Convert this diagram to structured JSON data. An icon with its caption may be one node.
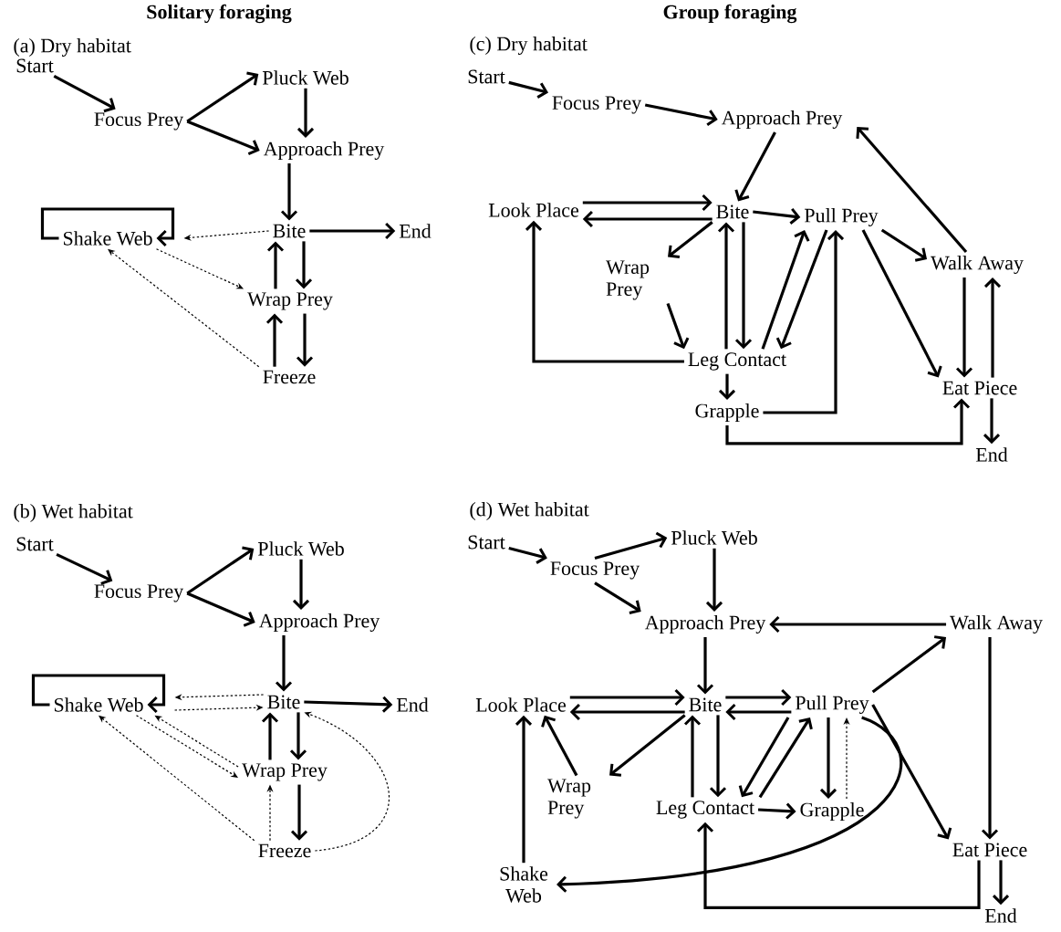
{
  "diagram": {
    "nodes": [
      {
        "text": [
          "Start"
        ]
      },
      {
        "text": [
          "Focus Prey"
        ]
      },
      {
        "text": [
          "Pluck Web"
        ]
      },
      {
        "text": [
          "Approach Prey"
        ]
      },
      {
        "text": [
          "Bite"
        ]
      },
      {
        "text": [
          "Shake Web"
        ]
      },
      {
        "text": [
          "End"
        ]
      },
      {
        "text": [
          "Wrap Prey"
        ]
      },
      {
        "text": [
          "Freeze"
        ]
      },
      {
        "text": [
          "Start"
        ]
      },
      {
        "text": [
          "Focus Prey"
        ]
      },
      {
        "text": [
          "Pluck Web"
        ]
      },
      {
        "text": [
          "Approach Prey"
        ]
      },
      {
        "text": [
          "Bite"
        ]
      },
      {
        "text": [
          "Shake Web"
        ]
      },
      {
        "text": [
          "End"
        ]
      },
      {
        "text": [
          "Wrap Prey"
        ]
      },
      {
        "text": [
          "Freeze"
        ]
      },
      {
        "text": [
          "Start"
        ]
      },
      {
        "text": [
          "Focus Prey"
        ]
      },
      {
        "text": [
          "Approach Prey"
        ]
      },
      {
        "text": [
          "Look Place"
        ]
      },
      {
        "text": [
          "Bite"
        ]
      },
      {
        "text": [
          "Pull Prey"
        ]
      },
      {
        "text": [
          "Wrap Prey"
        ]
      },
      {
        "text": [
          "Walk Away"
        ]
      },
      {
        "text": [
          "Leg Contact"
        ]
      },
      {
        "text": [
          "Grapple"
        ]
      },
      {
        "text": [
          "Eat Piece"
        ]
      },
      {
        "text": [
          "End"
        ]
      },
      {
        "text": [
          "Start"
        ]
      },
      {
        "text": [
          "Focus Prey"
        ]
      },
      {
        "text": [
          "Pluck Web"
        ]
      },
      {
        "text": [
          "Approach Prey"
        ]
      },
      {
        "text": [
          "Walk Away"
        ]
      },
      {
        "text": [
          "Look Place"
        ]
      },
      {
        "text": [
          "Bite"
        ]
      },
      {
        "text": [
          "Pull Prey"
        ]
      },
      {
        "text": [
          "Wrap Prey"
        ]
      },
      {
        "text": [
          "Leg Contact"
        ]
      },
      {
        "text": [
          "Grapple"
        ]
      },
      {
        "text": [
          "Eat Piece"
        ]
      },
      {
        "text": [
          "Shake Web"
        ]
      },
      {
        "text": [
          "End"
        ]
      }
    ],
    "edges": [
      {
        "from": 0,
        "to": 1,
        "arrow": "to"
      },
      {
        "from": 1,
        "to": 2,
        "arrow": "to"
      },
      {
        "from": 1,
        "to": 3,
        "arrow": "to"
      },
      {
        "from": 2,
        "to": 3,
        "arrow": "to"
      },
      {
        "from": 3,
        "to": 4,
        "arrow": "to"
      },
      {
        "from": 4,
        "to": 6,
        "arrow": "to"
      },
      {
        "from": 4,
        "to": 5,
        "arrow": "to",
        "style": "dashed"
      },
      {
        "from": 5,
        "to": 5,
        "arrow": "to"
      },
      {
        "from": 5,
        "to": 7,
        "arrow": "to",
        "style": "dashed"
      },
      {
        "from": 4,
        "to": 7,
        "arrow": "to"
      },
      {
        "from": 7,
        "to": 4,
        "arrow": "to"
      },
      {
        "from": 7,
        "to": 8,
        "arrow": "to"
      },
      {
        "from": 8,
        "to": 7,
        "arrow": "to"
      },
      {
        "from": 8,
        "to": 5,
        "arrow": "to",
        "style": "dashed"
      },
      {
        "from": 9,
        "to": 10,
        "arrow": "to"
      },
      {
        "from": 10,
        "to": 11,
        "arrow": "to"
      },
      {
        "from": 10,
        "to": 12,
        "arrow": "to"
      },
      {
        "from": 11,
        "to": 12,
        "arrow": "to"
      },
      {
        "from": 12,
        "to": 13,
        "arrow": "to"
      },
      {
        "from": 13,
        "to": 15,
        "arrow": "to"
      },
      {
        "from": 13,
        "to": 14,
        "arrow": "to",
        "style": "dashed"
      },
      {
        "from": 14,
        "to": 13,
        "arrow": "to",
        "style": "dashed"
      },
      {
        "from": 14,
        "to": 14,
        "arrow": "to"
      },
      {
        "from": 14,
        "to": 16,
        "arrow": "to",
        "style": "dashed"
      },
      {
        "from": 16,
        "to": 14,
        "arrow": "to",
        "style": "dashed"
      },
      {
        "from": 17,
        "to": 14,
        "arrow": "to",
        "style": "dashed"
      },
      {
        "from": 13,
        "to": 16,
        "arrow": "to"
      },
      {
        "from": 16,
        "to": 13,
        "arrow": "to"
      },
      {
        "from": 16,
        "to": 17,
        "arrow": "to"
      },
      {
        "from": 17,
        "to": 16,
        "arrow": "to",
        "style": "dashed"
      },
      {
        "from": 17,
        "to": 13,
        "arrow": "to",
        "style": "dashed"
      },
      {
        "from": 18,
        "to": 19,
        "arrow": "to"
      },
      {
        "from": 19,
        "to": 20,
        "arrow": "to"
      },
      {
        "from": 20,
        "to": 22,
        "arrow": "to"
      },
      {
        "from": 21,
        "to": 22,
        "arrow": "to"
      },
      {
        "from": 22,
        "to": 21,
        "arrow": "to"
      },
      {
        "from": 22,
        "to": 23,
        "arrow": "to"
      },
      {
        "from": 22,
        "to": 24,
        "arrow": "to"
      },
      {
        "from": 24,
        "to": 26,
        "arrow": "to"
      },
      {
        "from": 22,
        "to": 26,
        "arrow": "to"
      },
      {
        "from": 26,
        "to": 22,
        "arrow": "to"
      },
      {
        "from": 26,
        "to": 23,
        "arrow": "to"
      },
      {
        "from": 23,
        "to": 26,
        "arrow": "to"
      },
      {
        "from": 26,
        "to": 21,
        "arrow": "to"
      },
      {
        "from": 26,
        "to": 27,
        "arrow": "to"
      },
      {
        "from": 27,
        "to": 23,
        "arrow": "to"
      },
      {
        "from": 27,
        "to": 28,
        "arrow": "to"
      },
      {
        "from": 23,
        "to": 25,
        "arrow": "to"
      },
      {
        "from": 23,
        "to": 28,
        "arrow": "to"
      },
      {
        "from": 25,
        "to": 20,
        "arrow": "to"
      },
      {
        "from": 25,
        "to": 28,
        "arrow": "to"
      },
      {
        "from": 28,
        "to": 25,
        "arrow": "to"
      },
      {
        "from": 28,
        "to": 29,
        "arrow": "to"
      },
      {
        "from": 30,
        "to": 31,
        "arrow": "to"
      },
      {
        "from": 31,
        "to": 32,
        "arrow": "to"
      },
      {
        "from": 31,
        "to": 33,
        "arrow": "to"
      },
      {
        "from": 32,
        "to": 33,
        "arrow": "to"
      },
      {
        "from": 34,
        "to": 33,
        "arrow": "to"
      },
      {
        "from": 33,
        "to": 36,
        "arrow": "to"
      },
      {
        "from": 35,
        "to": 36,
        "arrow": "to"
      },
      {
        "from": 36,
        "to": 35,
        "arrow": "to"
      },
      {
        "from": 36,
        "to": 37,
        "arrow": "to"
      },
      {
        "from": 37,
        "to": 36,
        "arrow": "to"
      },
      {
        "from": 38,
        "to": 35,
        "arrow": "to"
      },
      {
        "from": 36,
        "to": 38,
        "arrow": "to"
      },
      {
        "from": 39,
        "to": 36,
        "arrow": "to"
      },
      {
        "from": 36,
        "to": 39,
        "arrow": "to"
      },
      {
        "from": 37,
        "to": 39,
        "arrow": "to"
      },
      {
        "from": 39,
        "to": 37,
        "arrow": "to"
      },
      {
        "from": 39,
        "to": 40,
        "arrow": "to"
      },
      {
        "from": 37,
        "to": 40,
        "arrow": "to"
      },
      {
        "from": 40,
        "to": 37,
        "arrow": "to",
        "style": "dashed"
      },
      {
        "from": 37,
        "to": 42,
        "arrow": "to"
      },
      {
        "from": 42,
        "to": 35,
        "arrow": "to"
      },
      {
        "from": 37,
        "to": 34,
        "arrow": "to"
      },
      {
        "from": 37,
        "to": 41,
        "arrow": "to"
      },
      {
        "from": 34,
        "to": 41,
        "arrow": "to"
      },
      {
        "from": 41,
        "to": 39,
        "arrow": "to"
      },
      {
        "from": 41,
        "to": 43,
        "arrow": "to"
      }
    ],
    "labels": [
      "Solitary foraging",
      "Group foraging",
      "(a) Dry habitat",
      "(c) Dry habitat",
      "(b) Wet habitat",
      "(d) Wet habitat"
    ]
  }
}
